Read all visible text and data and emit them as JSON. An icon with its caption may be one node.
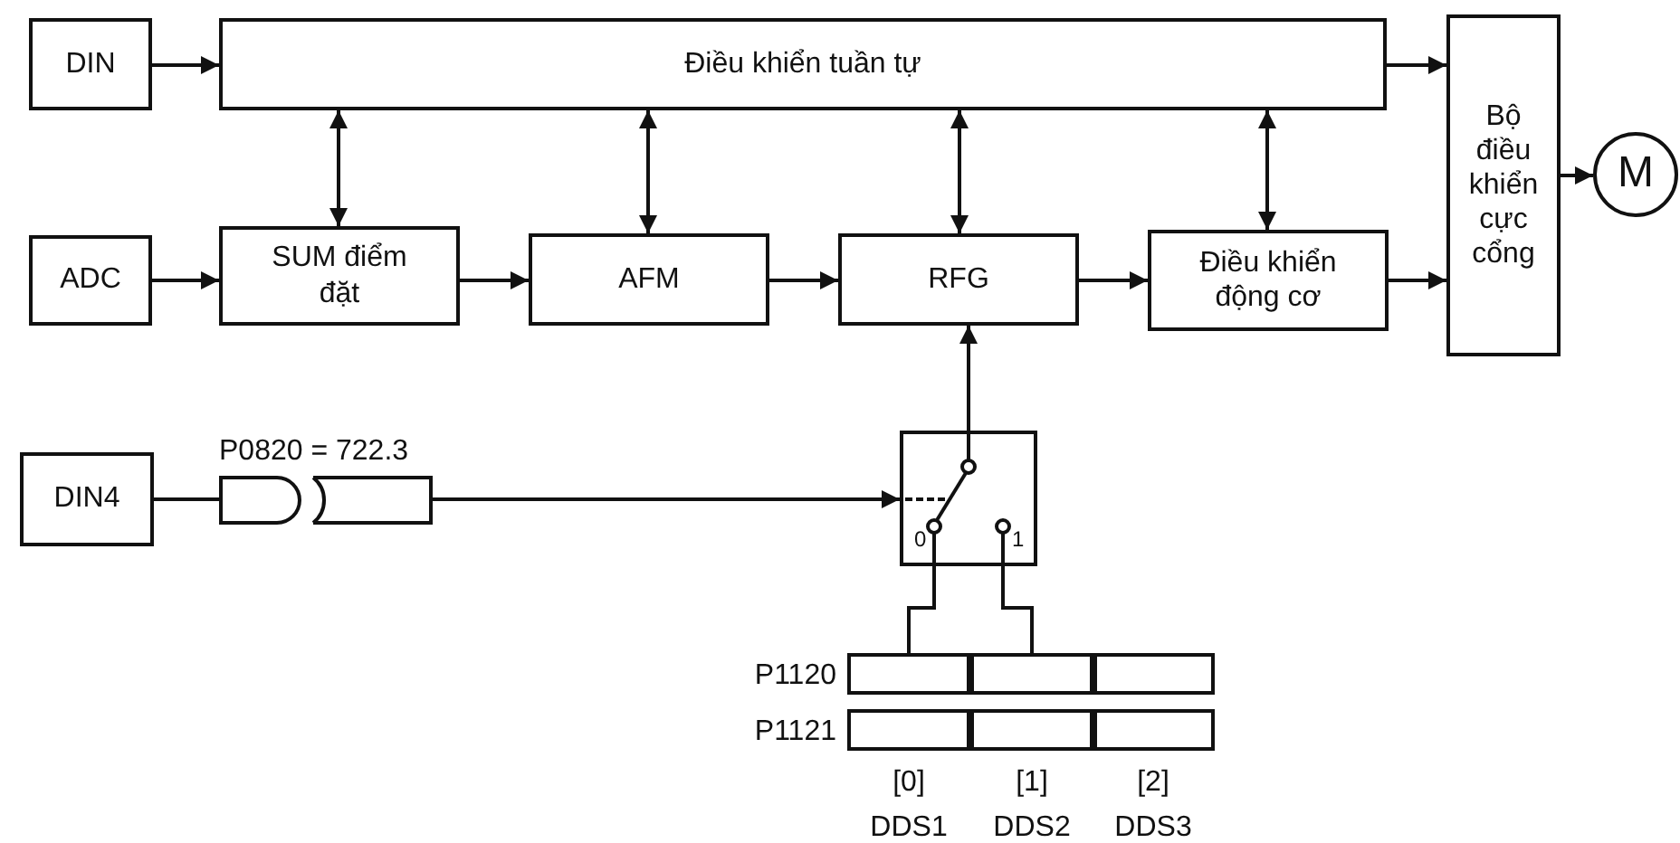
{
  "diagram": {
    "nodes": [
      {
        "text": [
          "DIN"
        ]
      },
      {
        "text": [
          "Điều khiển tuần tự"
        ]
      },
      {
        "text": [
          "Bộ điều khiển cực cổng"
        ]
      },
      {
        "text": [
          "M"
        ]
      },
      {
        "text": [
          "ADC"
        ]
      },
      {
        "text": [
          "SUM điểm đặt"
        ]
      },
      {
        "text": [
          "AFM"
        ]
      },
      {
        "text": [
          "RFG"
        ]
      },
      {
        "text": [
          "Điều khiển động cơ"
        ]
      },
      {
        "text": [
          "DIN4"
        ]
      },
      {
        "text": [],
        "shape": "box",
        "beside": [
          "P0820 = 722.3"
        ]
      },
      {
        "text": [
          "0",
          "1"
        ]
      },
      {
        "text": [],
        "shape": "box"
      },
      {
        "text": [],
        "shape": "box"
      },
      {
        "text": [],
        "shape": "box"
      },
      {
        "text": [],
        "shape": "box"
      },
      {
        "text": [],
        "shape": "box"
      },
      {
        "text": [],
        "shape": "box"
      }
    ],
    "edges": [
      {
        "from": 0,
        "to": 1,
        "arrow": "to"
      },
      {
        "from": 1,
        "to": 2,
        "arrow": "to"
      },
      {
        "from": 2,
        "to": 3,
        "arrow": "to"
      },
      {
        "from": 4,
        "to": 5,
        "arrow": "to"
      },
      {
        "from": 5,
        "to": 6,
        "arrow": "to"
      },
      {
        "from": 6,
        "to": 7,
        "arrow": "to"
      },
      {
        "from": 7,
        "to": 8,
        "arrow": "to"
      },
      {
        "from": 8,
        "to": 2,
        "arrow": "to"
      },
      {
        "from": 1,
        "to": 5,
        "arrow": "both"
      },
      {
        "from": 1,
        "to": 6,
        "arrow": "both"
      },
      {
        "from": 1,
        "to": 7,
        "arrow": "both"
      },
      {
        "from": 1,
        "to": 8,
        "arrow": "both"
      },
      {
        "from": 11,
        "to": 7,
        "arrow": "to"
      },
      {
        "from": 9,
        "to": 10,
        "arrow": "none"
      },
      {
        "from": 10,
        "to": 11,
        "arrow": "to"
      },
      {
        "from": 11,
        "to": 12,
        "arrow": "none"
      },
      {
        "from": 11,
        "to": 13,
        "arrow": "none"
      }
    ],
    "labels": [
      "P1120",
      "P1121",
      "[0]",
      "[1]",
      "[2]",
      "DDS1",
      "DDS2",
      "DDS3"
    ]
  }
}
